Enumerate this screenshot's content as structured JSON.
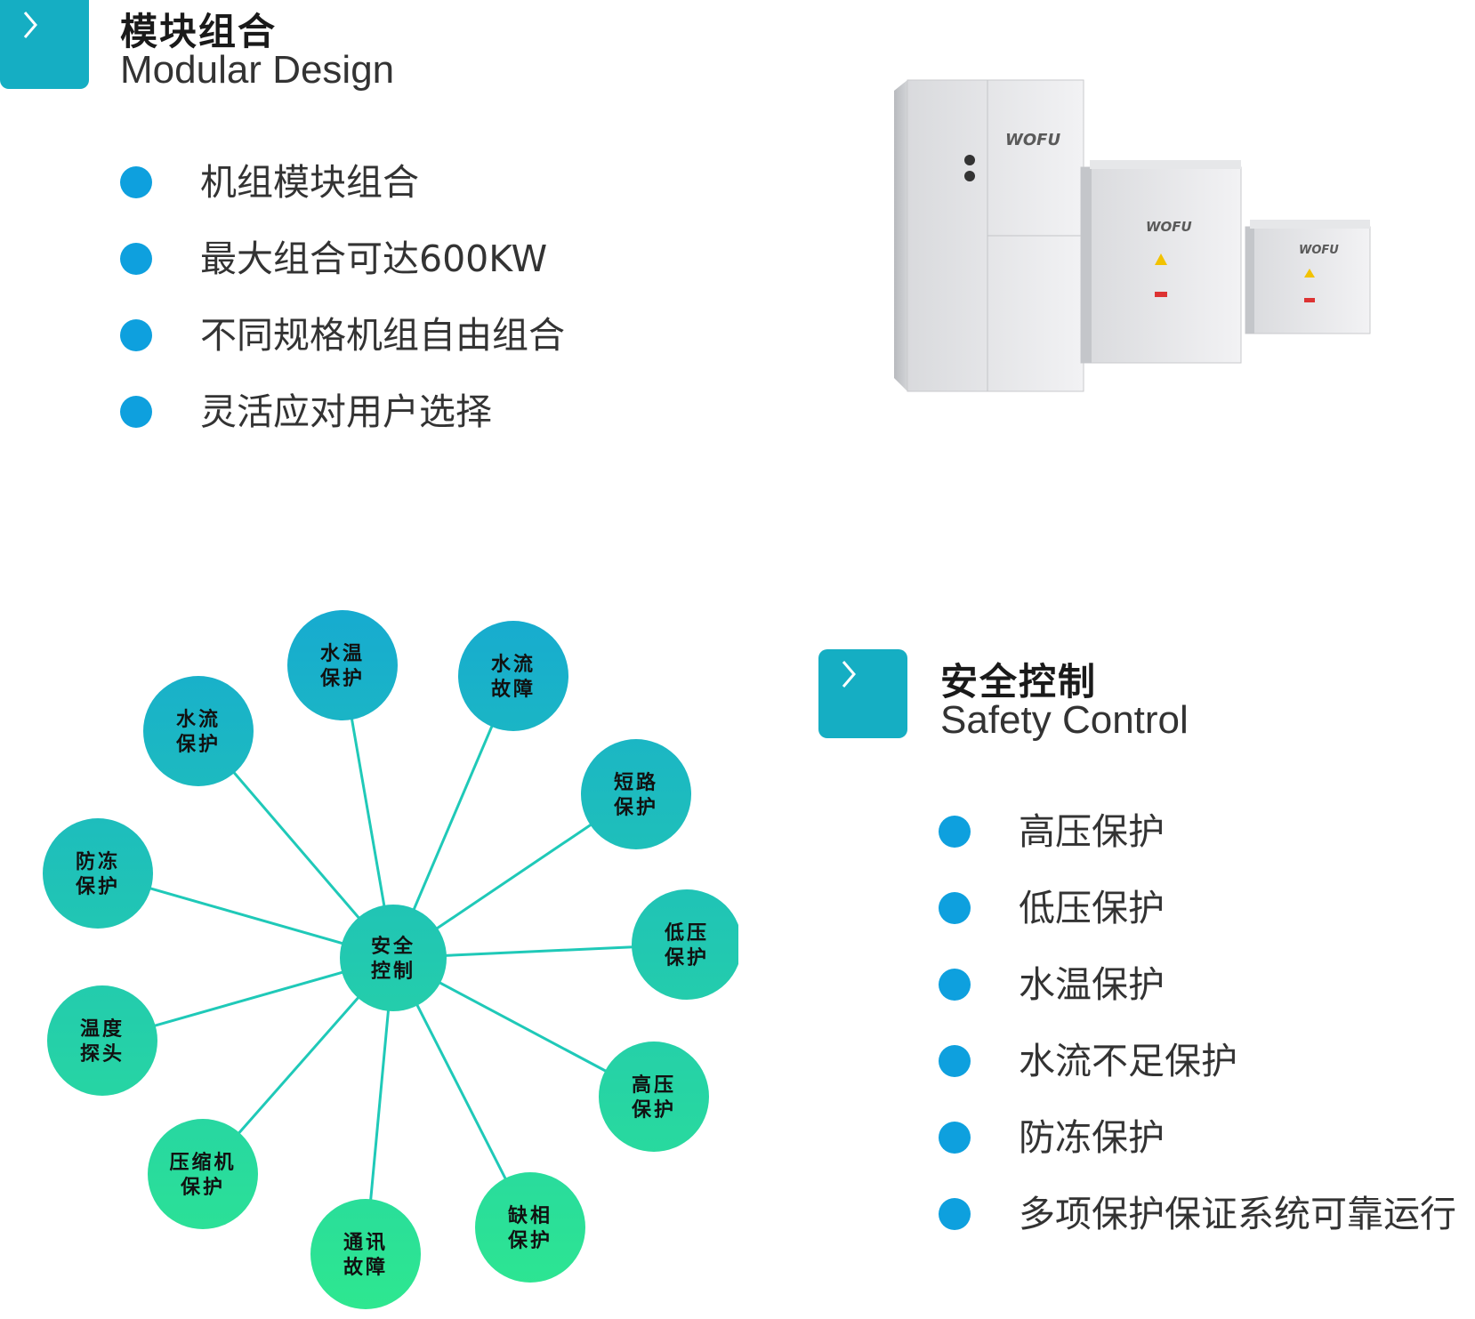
{
  "modular": {
    "title_cn": "模块组合",
    "title_en": "Modular Design",
    "bullets": [
      "机组模块组合",
      "最大组合可达600KW",
      "不同规格机组自由组合",
      "灵活应对用户选择"
    ]
  },
  "product": {
    "brand": "WOFU"
  },
  "safety": {
    "title_cn": "安全控制",
    "title_en": "Safety Control",
    "bullets": [
      "高压保护",
      "低压保护",
      "水温保护",
      "水流不足保护",
      "防冻保护",
      "多项保护保证系统可靠运行"
    ]
  },
  "network": {
    "center": [
      "安全",
      "控制"
    ],
    "nodes": [
      [
        "水温",
        "保护"
      ],
      [
        "水流",
        "故障"
      ],
      [
        "短路",
        "保护"
      ],
      [
        "低压",
        "保护"
      ],
      [
        "高压",
        "保护"
      ],
      [
        "缺相",
        "保护"
      ],
      [
        "通讯",
        "故障"
      ],
      [
        "压缩机",
        "保护"
      ],
      [
        "温度",
        "探头"
      ],
      [
        "防冻",
        "保护"
      ],
      [
        "水流",
        "保护"
      ]
    ]
  },
  "colors": {
    "accent": "#15aec3",
    "bullet": "#0ea0de",
    "node_top": "#16a9d2",
    "node_bottom": "#2ee88f",
    "line": "#1fc9b8"
  },
  "icons": {
    "section": "chevron-right-icon",
    "bullet": "dot-icon"
  }
}
